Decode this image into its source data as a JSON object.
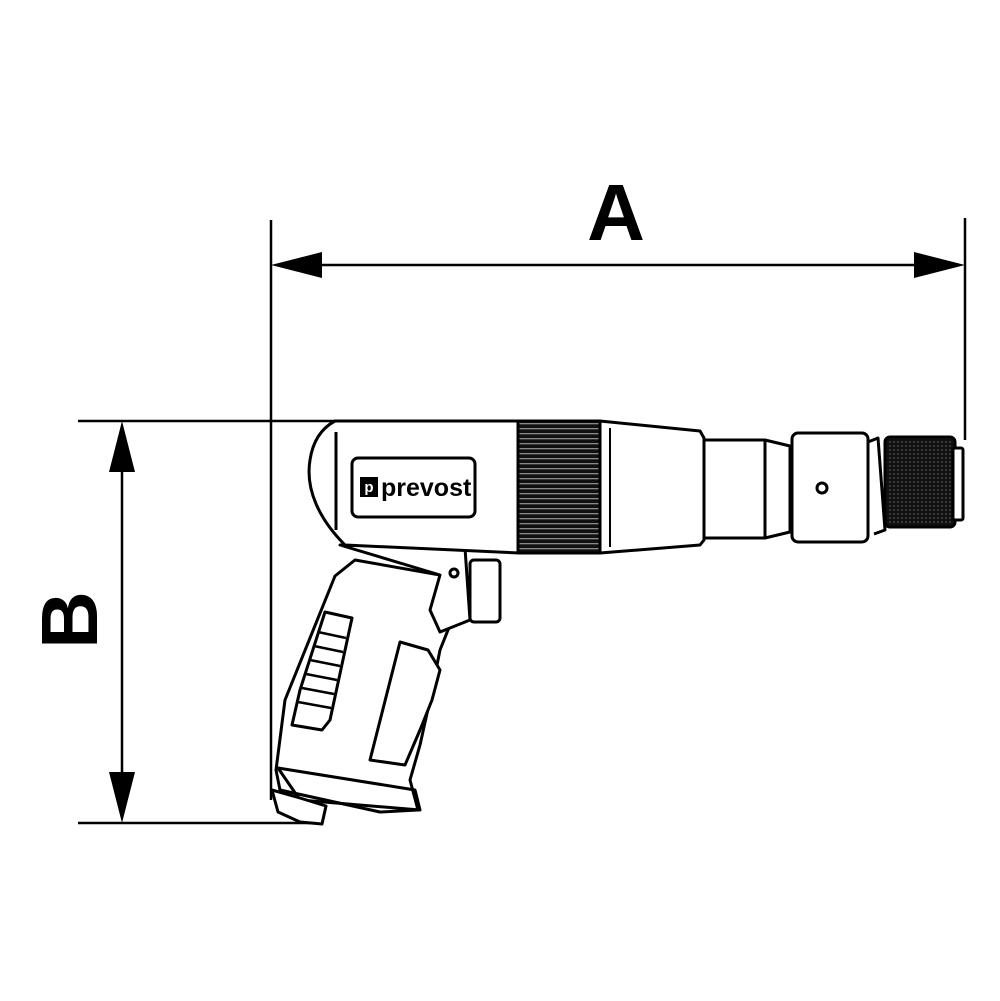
{
  "dimensions": {
    "length_label": "A",
    "height_label": "B"
  },
  "tool": {
    "brand_text": "prevost",
    "brand_logo_letter": "p"
  },
  "colors": {
    "line": "#000000",
    "background": "#ffffff"
  }
}
